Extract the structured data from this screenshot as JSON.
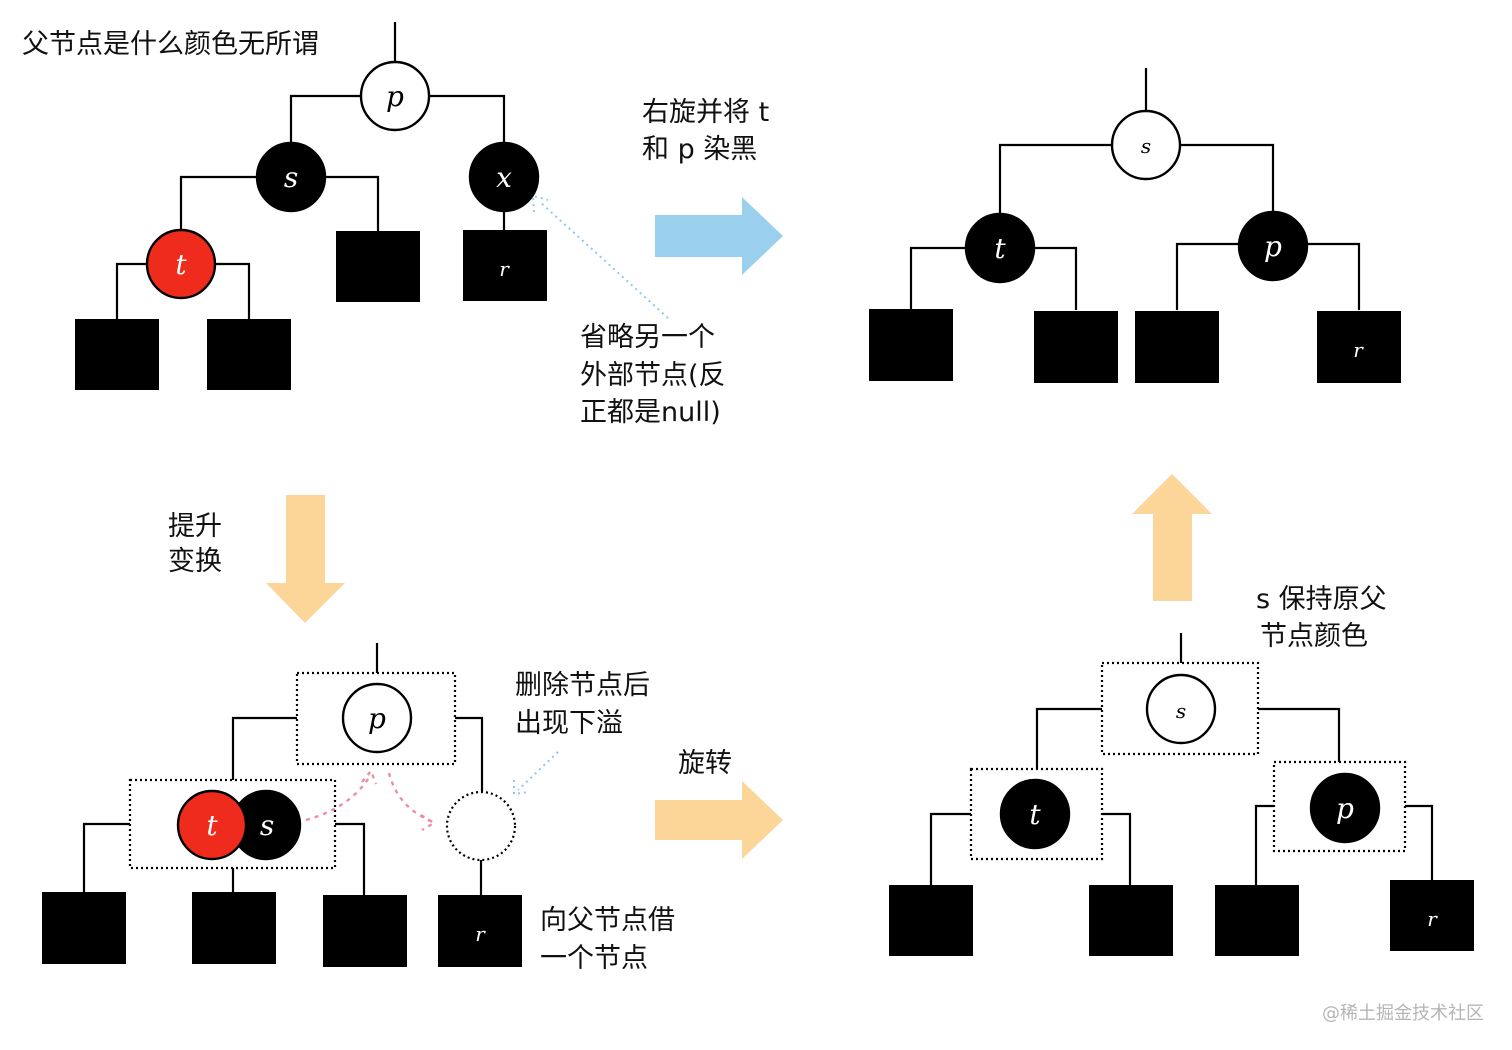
{
  "notes": {
    "parent_color_note": "父节点是什么颜色无所谓",
    "rotate_right_line1": "右旋并将 t",
    "rotate_right_line2": "和 p 染黑",
    "omit_line1": "省略另一个",
    "omit_line2": "外部节点(反",
    "omit_line3": "正都是null)",
    "promote_line1": "提升",
    "promote_line2": "变换",
    "underflow_line1": "删除节点后",
    "underflow_line2": "出现下溢",
    "rotate": "旋转",
    "borrow_line1": "向父节点借",
    "borrow_line2": "一个节点",
    "keep_color_line1": "s 保持原父",
    "keep_color_line2": "节点颜色"
  },
  "node_labels": {
    "p": "p",
    "s": "s",
    "t": "t",
    "x": "x",
    "r": "r"
  },
  "colors": {
    "red_node": "#ee2b1c",
    "black_node": "#000000",
    "blue_arrow": "#9ad0ee",
    "orange_arrow": "#fcd699",
    "hint_blue": "#8fc8e8",
    "hint_pink": "#ec8fa2"
  },
  "watermark": "@稀土掘金技术社区"
}
